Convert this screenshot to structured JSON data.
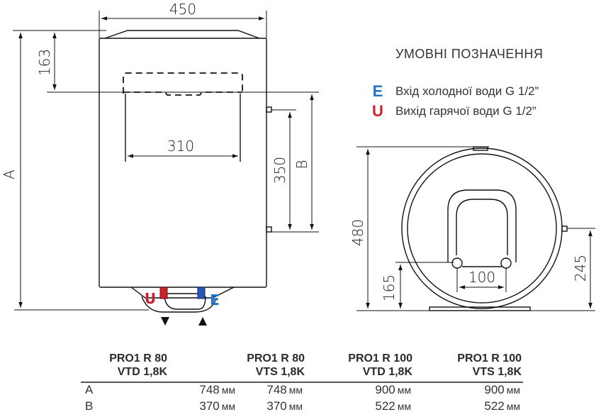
{
  "drawing": {
    "front_view": {
      "width_label": "450",
      "top_offset_label": "163",
      "bracket_width_label": "310",
      "pipe_spacing_label": "350",
      "height_label": "A",
      "bracket_distance_label": "B",
      "outlet_marker": "U",
      "inlet_marker": "E"
    },
    "side_view": {
      "depth_label": "480",
      "pipe_height_label": "165",
      "pipe_distance_label": "100",
      "side_pipe_height_label": "245"
    }
  },
  "legend": {
    "title": "УМОВНІ ПОЗНАЧЕННЯ",
    "items": [
      {
        "letter": "E",
        "color": "#1e73c8",
        "text": "Вхід холодної води G 1/2”"
      },
      {
        "letter": "U",
        "color": "#c8232c",
        "text": "Вихід гарячої води G 1/2”"
      }
    ]
  },
  "colors": {
    "cold": "#1e73c8",
    "hot": "#c8232c",
    "line": "#1a1a1a"
  },
  "table": {
    "columns": [
      {
        "line1": "PRO1 R 80",
        "line2": "VTD 1,8K"
      },
      {
        "line1": "PRO1 R 80",
        "line2": "VTS 1,8K"
      },
      {
        "line1": "PRO1 R 100",
        "line2": "VTD 1,8K"
      },
      {
        "line1": "PRO1 R 100",
        "line2": "VTS 1,8K"
      }
    ],
    "rows": [
      {
        "label": "A",
        "values": [
          "748",
          "748",
          "900",
          "900"
        ]
      },
      {
        "label": "B",
        "values": [
          "370",
          "370",
          "522",
          "522"
        ]
      }
    ],
    "unit": "мм"
  }
}
